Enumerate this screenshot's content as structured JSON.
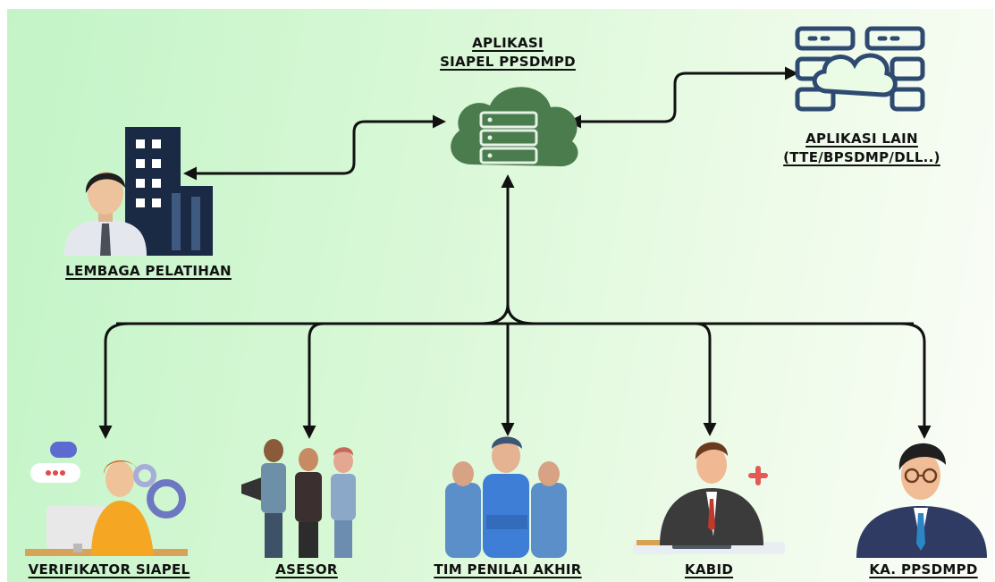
{
  "app": {
    "title_line1": "APLIKASI",
    "title_line2": "SIAPEL PPSDMPD"
  },
  "external": {
    "line1": "APLIKASI LAIN",
    "line2": "(TTE/BPSDMP/DLL..)"
  },
  "institution": {
    "label": "LEMBAGA PELATIHAN"
  },
  "roles": [
    {
      "label": "VERIFIKATOR SIAPEL"
    },
    {
      "label": "ASESOR"
    },
    {
      "label": "TIM PENILAI AKHIR"
    },
    {
      "label": "KABID"
    },
    {
      "label": "KA. PPSDMPD"
    }
  ],
  "colors": {
    "cloud_fill": "#4a7c4e",
    "server_outline": "#2e4a70",
    "building": "#1b2a44",
    "arrow": "#111111"
  }
}
